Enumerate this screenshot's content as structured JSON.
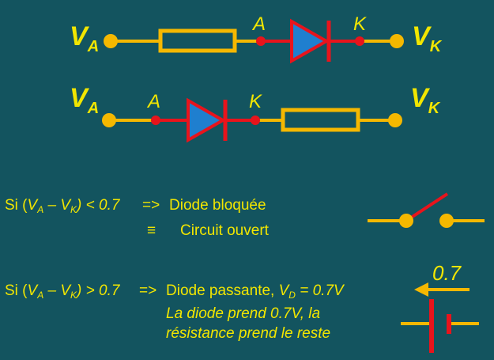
{
  "circuits": {
    "top": {
      "left_terminal": "V",
      "left_sub": "A",
      "right_terminal": "V",
      "right_sub": "K",
      "anode_label": "A",
      "cathode_label": "K"
    },
    "bottom": {
      "left_terminal": "V",
      "left_sub": "A",
      "right_terminal": "V",
      "right_sub": "K",
      "anode_label": "A",
      "cathode_label": "K"
    }
  },
  "condition_blocked": {
    "prefix": "Si (",
    "va": "V",
    "va_sub": "A",
    "minus": " – ",
    "vk": "V",
    "vk_sub": "K",
    "suffix": ") < 0.7",
    "arrow": "=>",
    "result": "Diode bloquée",
    "equiv_symbol": "≡",
    "equiv_text": "Circuit ouvert"
  },
  "condition_passing": {
    "prefix": "Si (",
    "va": "V",
    "va_sub": "A",
    "minus": " – ",
    "vk": "V",
    "vk_sub": "K",
    "suffix": ") > 0.7",
    "arrow": "=>",
    "result": "Diode passante, ",
    "vd": "V",
    "vd_sub": "D",
    "vd_value": " = 0.7V",
    "note_line1": "La diode prend 0.7V, la",
    "note_line2": "résistance prend le reste"
  },
  "battery_label": "0.7",
  "colors": {
    "background": "#13545f",
    "text": "#f2e600",
    "wire": "#f5b800",
    "diode_red": "#e8141c",
    "diode_fill": "#1f7fcf",
    "terminal": "#f5b800"
  }
}
